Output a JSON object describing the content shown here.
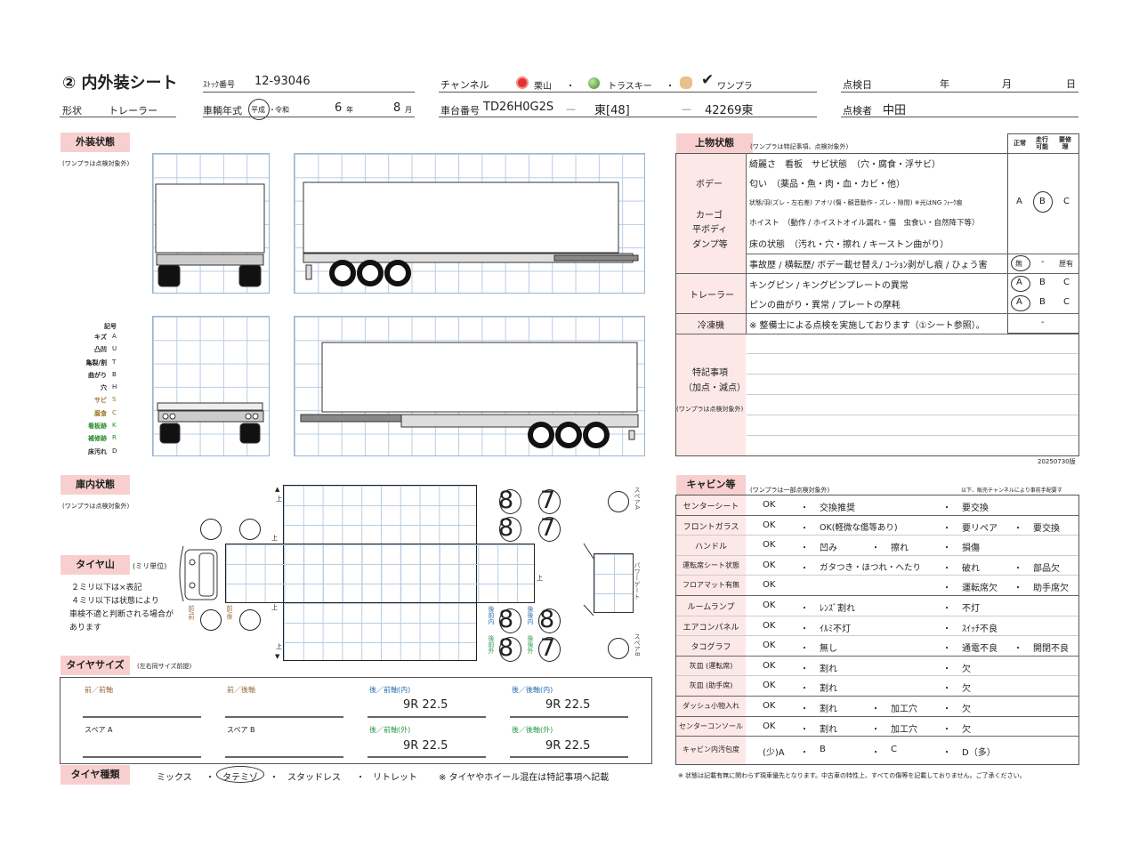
{
  "header": {
    "title": "② 内外装シート",
    "stock_label": "ｽﾄｯｸ番号",
    "stock_no": "12-93046",
    "shape_label": "形状",
    "shape": "トレーラー",
    "year_label": "車輌年式",
    "era1": "平成",
    "era_sep": "・",
    "era2": "令和",
    "year": "6",
    "year_unit": "年",
    "month": "8",
    "month_unit": "月",
    "channel_label": "チャンネル",
    "channels": [
      "栗山",
      "トラスキー",
      "ワンプラ"
    ],
    "dot": "・",
    "chassis_label": "車台番号",
    "chassis": "TD26H0G2S",
    "dash": "—",
    "chassis2": "東[48]",
    "chassis3": "42269東",
    "inspect_date_label": "点検日",
    "date_year": "年",
    "date_month": "月",
    "date_day": "日",
    "inspector_label": "点検者",
    "inspector": "中田"
  },
  "exterior": {
    "title": "外装状態",
    "note": "(ワンプラは点検対象外)",
    "legend_title": "記号",
    "legend": [
      {
        "k": "キズ",
        "v": "A"
      },
      {
        "k": "凸凹",
        "v": "U"
      },
      {
        "k": "亀裂/割",
        "v": "T"
      },
      {
        "k": "曲がり",
        "v": "B"
      },
      {
        "k": "穴",
        "v": "H"
      },
      {
        "k": "サビ",
        "v": "S"
      },
      {
        "k": "腐食",
        "v": "C"
      },
      {
        "k": "看板跡",
        "v": "K"
      },
      {
        "k": "補修跡",
        "v": "R"
      },
      {
        "k": "床汚れ",
        "v": "D"
      }
    ]
  },
  "body_status": {
    "title": "上物状態",
    "note": "(ワンプラは特記事項、点検対象外)",
    "cols": [
      "正常",
      "走行可能",
      "要修理"
    ],
    "group1": [
      "ボデー",
      "カーゴ",
      "平ボディ",
      "ダンプ等"
    ],
    "lines": [
      "綺麗さ　看板　サビ状態　（穴・腐食・浮サビ）",
      "匂い　（薬品・魚・肉・血・カビ・他）",
      "状態/羽(ズレ・左右差) アオリ(傷・観音動作・ズレ・隙間) ※光はNG ﾌｫｰｸ痕",
      "ホイスト　（動作 / ホイストオイル漏れ・傷　虫食い・自然降下等）",
      "床の状態　（汚れ・穴・擦れ / キーストン曲がり）"
    ],
    "grade1": [
      "A",
      "B",
      "C"
    ],
    "accident": "事故歴 / 横転歴/ ボデー載せ替え/ ｺｰｼｮﾝ剥がし痕 /  ひょう害",
    "accident_grade": [
      "無",
      "-",
      "歴有"
    ],
    "trailer": "トレーラー",
    "trailer_lines": [
      "キングピン / キングピンプレートの異常",
      "ピンの曲がり・異常 / プレートの摩耗"
    ],
    "trailer_grade": [
      "A",
      "B",
      "C"
    ],
    "reefer": "冷凍機",
    "reefer_note": "※ 整備士による点検を実施しております（①シート参照）。",
    "reefer_grade": "-",
    "remarks": "特記事項",
    "remarks2": "（加点・減点）",
    "remarks_note": "(ワンプラは点検対象外)",
    "version": "20250730版"
  },
  "interior": {
    "title": "庫内状態",
    "note": "(ワンプラは点検対象外)",
    "up": "上",
    "power_gate": "パワーゲート",
    "spare_a": "スペアA",
    "spare_b": "スペアB"
  },
  "tire_depth": {
    "title": "タイヤ山",
    "unit": "(ミリ単位)",
    "notes": [
      "２ミリ以下は×表記",
      "４ミリ以下は状態により",
      "車検不適と判断される場合が",
      "あります"
    ],
    "ff": "前/前",
    "fr": "前/後",
    "rfi": "後前内",
    "rri": "後後内",
    "rfo": "後前外",
    "rro": "後後外",
    "values": {
      "rf_in_top": "8",
      "rr_in_top": "7",
      "rf_out_top": "8",
      "rr_out_top": "7",
      "rf_in": "8",
      "rr_in": "8",
      "rf_out": "8",
      "rr_out": "7"
    }
  },
  "tire_size": {
    "title": "タイヤサイズ",
    "note": "(左右同サイズ前提)",
    "fields": [
      {
        "label": "前／前軸",
        "value": ""
      },
      {
        "label": "前／後軸",
        "value": ""
      },
      {
        "label": "後／前軸(内)",
        "value": "9R 22.5"
      },
      {
        "label": "後／後軸(内)",
        "value": "9R 22.5"
      },
      {
        "label": "スペア A",
        "value": ""
      },
      {
        "label": "スペア B",
        "value": ""
      },
      {
        "label": "後／前軸(外)",
        "value": "9R 22.5"
      },
      {
        "label": "後／後軸(外)",
        "value": "9R 22.5"
      }
    ]
  },
  "tire_type": {
    "title": "タイヤ種類",
    "options": [
      "ミックス",
      "タテミゾ",
      "スタッドレス",
      "リトレット"
    ],
    "selected": "タテミゾ",
    "note": "※ タイヤやホイール混在は特記事項へ記載"
  },
  "cabin": {
    "title": "キャビン等",
    "note": "(ワンプラは一部点検対象外)",
    "note_right": "以下、販売チャンネルにより事前手配要す",
    "rows": [
      {
        "name": "センターシート",
        "c": [
          "OK",
          "交換推奨",
          "",
          "要交換",
          ""
        ]
      },
      {
        "name": "フロントガラス",
        "c": [
          "OK",
          "OK(軽微な傷等あり)",
          "",
          "要リペア",
          "要交換"
        ]
      },
      {
        "name": "ハンドル",
        "c": [
          "OK",
          "凹み",
          "擦れ",
          "損傷",
          ""
        ]
      },
      {
        "name": "運転席シート状態",
        "c": [
          "OK",
          "ガタつき・ほつれ・へたり",
          "",
          "破れ",
          "部品欠"
        ]
      },
      {
        "name": "フロアマット有無",
        "c": [
          "OK",
          "",
          "",
          "運転席欠",
          "助手席欠"
        ]
      },
      {
        "name": "ルームランプ",
        "c": [
          "OK",
          "ﾚﾝｽﾞ割れ",
          "",
          "不灯",
          ""
        ]
      },
      {
        "name": "エアコンパネル",
        "c": [
          "OK",
          "ｲﾙﾐ不灯",
          "",
          "ｽｲｯﾁ不良",
          ""
        ]
      },
      {
        "name": "タコグラフ",
        "c": [
          "OK",
          "無し",
          "",
          "通電不良",
          "開閉不良"
        ]
      },
      {
        "name": "灰皿 (運転席)",
        "c": [
          "OK",
          "割れ",
          "",
          "欠",
          ""
        ]
      },
      {
        "name": "灰皿 (助手席)",
        "c": [
          "OK",
          "割れ",
          "",
          "欠",
          ""
        ]
      },
      {
        "name": "ダッシュ小物入れ",
        "c": [
          "OK",
          "割れ",
          "加工穴",
          "欠",
          ""
        ]
      },
      {
        "name": "センターコンソール",
        "c": [
          "OK",
          "割れ",
          "加工穴",
          "欠",
          ""
        ]
      },
      {
        "name": "キャビン内汚包度",
        "c": [
          "(少)A",
          "B",
          "C",
          "D（多）",
          ""
        ]
      }
    ],
    "footer": "※ 状態は記載有無に関わらず現車優先となります。中古車の特性上、すべての傷等を記載しておりません。ご了承ください。"
  }
}
